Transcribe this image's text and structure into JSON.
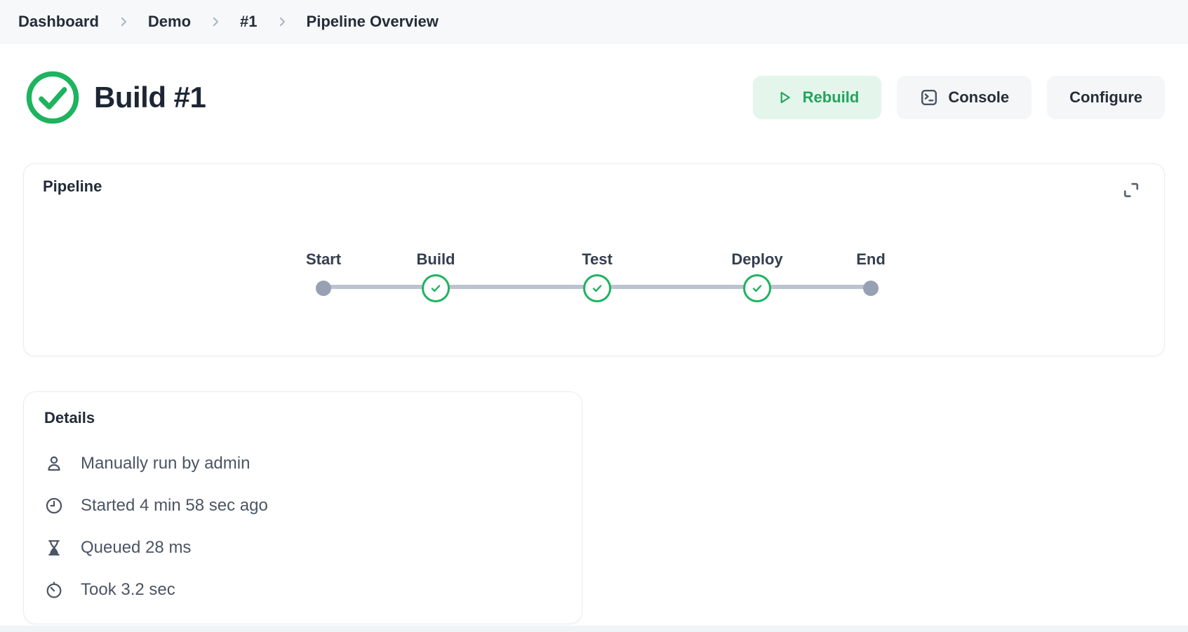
{
  "breadcrumb": {
    "items": [
      "Dashboard",
      "Demo",
      "#1",
      "Pipeline Overview"
    ]
  },
  "header": {
    "title": "Build #1",
    "status": "success",
    "buttons": {
      "rebuild": "Rebuild",
      "console": "Console",
      "configure": "Configure"
    }
  },
  "pipeline": {
    "title": "Pipeline",
    "stages": [
      {
        "name": "Start",
        "state": "terminal"
      },
      {
        "name": "Build",
        "state": "success"
      },
      {
        "name": "Test",
        "state": "success"
      },
      {
        "name": "Deploy",
        "state": "success"
      },
      {
        "name": "End",
        "state": "terminal"
      }
    ]
  },
  "details": {
    "title": "Details",
    "rows": [
      {
        "icon": "user-icon",
        "text": "Manually run by admin"
      },
      {
        "icon": "clock-icon",
        "text": "Started 4 min 58 sec ago"
      },
      {
        "icon": "hourglass-icon",
        "text": "Queued 28 ms"
      },
      {
        "icon": "stopwatch-icon",
        "text": "Took 3.2 sec"
      }
    ]
  },
  "colors": {
    "success_green": "#1db35f",
    "rebuild_text_green": "#23a45f",
    "rebuild_bg": "#e4f6eb",
    "plain_button_bg": "#f5f6f8",
    "topbar_bg": "#f7f8fa",
    "text_dark": "#242c38",
    "text_secondary": "#4b5563",
    "node_gray": "#98a1b3",
    "connector_gray": "#bcc3d0",
    "card_border": "#e9ebf1"
  }
}
